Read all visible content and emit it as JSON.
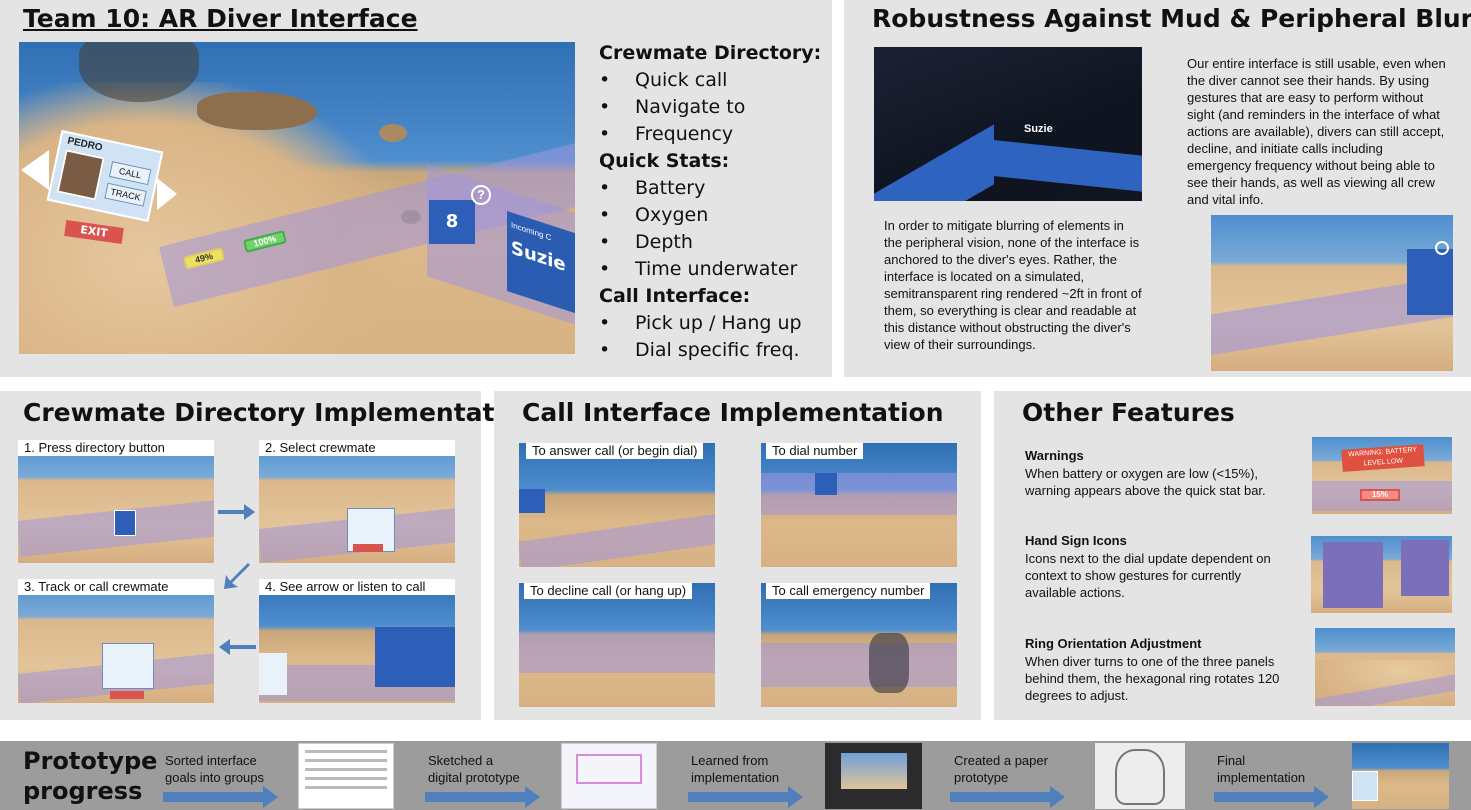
{
  "title_main": "Team 10: AR Diver Interface",
  "title_robust": "Robustness Against Mud & Peripheral Blurring",
  "title_crew": "Crewmate Directory Implementation",
  "title_call": "Call Interface Implementation",
  "title_other": "Other Features",
  "title_proto": "Prototype progress",
  "scene_main": {
    "card_name": "PEDRO",
    "call_btn": "CALL",
    "track_btn": "TRACK",
    "exit_btn": "EXIT",
    "help": "?",
    "battery_pct": "49%",
    "oxygen_pct": "100%",
    "incoming": "Incoming C",
    "caller": "Suzie",
    "dial_number": "8"
  },
  "features_list": [
    {
      "kind": "head",
      "text": "Crewmate Directory:"
    },
    {
      "kind": "item",
      "text": "Quick call"
    },
    {
      "kind": "item",
      "text": "Navigate to"
    },
    {
      "kind": "item",
      "text": "Frequency"
    },
    {
      "kind": "head",
      "text": "Quick Stats:"
    },
    {
      "kind": "item",
      "text": "Battery"
    },
    {
      "kind": "item",
      "text": "Oxygen"
    },
    {
      "kind": "item",
      "text": "Depth"
    },
    {
      "kind": "item",
      "text": "Time underwater"
    },
    {
      "kind": "head",
      "text": "Call Interface:"
    },
    {
      "kind": "item",
      "text": "Pick up / Hang up"
    },
    {
      "kind": "item",
      "text": "Dial specific freq."
    }
  ],
  "robust_dark_caller": "Suzie",
  "robust_para_right": "Our entire interface is still usable, even when the diver cannot see their hands. By using gestures that are easy to perform without sight (and reminders in the interface of what actions are available), divers can still accept, decline, and initiate calls including emergency frequency without being able to see their hands, as well as viewing all crew and vital info.",
  "robust_para_left": "In order to mitigate blurring of elements in the peripheral vision, none of the interface is anchored to the diver's eyes. Rather, the interface is located on a simulated, semitransparent ring rendered ~2ft in front of them, so everything is clear and readable at this distance without obstructing the diver's view of their surroundings.",
  "crew_steps": [
    "1. Press directory button",
    "2. Select crewmate",
    "3. Track or call crewmate",
    "4. See arrow or listen to call"
  ],
  "call_steps": [
    "To answer call (or begin dial)",
    "To dial number",
    "To decline call (or hang up)",
    "To call emergency number"
  ],
  "other_features": [
    {
      "title": "Warnings",
      "body": "When battery or oxygen are low (<15%), warning appears above the quick stat bar."
    },
    {
      "title": "Hand Sign Icons",
      "body": "Icons next to the dial update dependent on context to show gestures for currently available actions."
    },
    {
      "title": "Ring Orientation Adjustment",
      "body": "When diver turns to one of the three panels behind them, the hexagonal ring rotates 120 degrees to adjust."
    }
  ],
  "warning_banner": "WARNING: BATTERY LEVEL LOW",
  "warning_pct": "15%",
  "progress_steps": [
    "Sorted interface goals into groups",
    "Sketched a digital prototype",
    "Learned from implementation",
    "Created a paper prototype",
    "Final implementation"
  ],
  "colors": {
    "panel_bg": "#e4e4e4",
    "progress_bg": "#9c9c9c",
    "arrow": "#4f7fbd",
    "ring": "#a096dc",
    "exit": "#d9534f"
  }
}
